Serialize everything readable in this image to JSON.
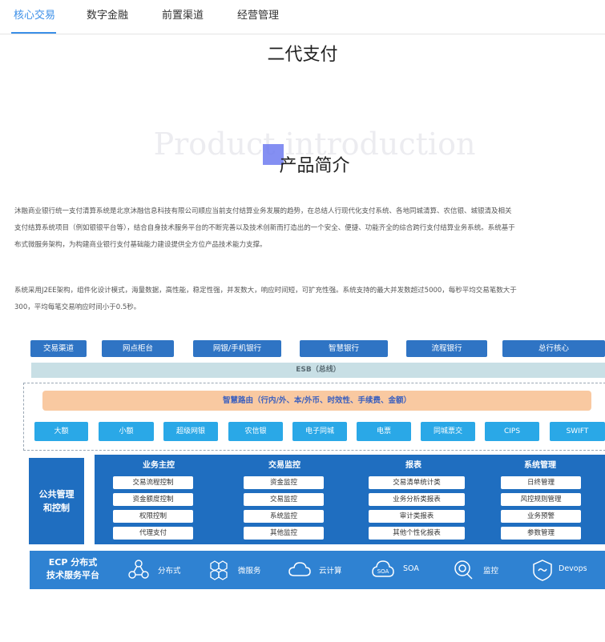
{
  "nav": {
    "tabs": [
      "核心交易",
      "数字金融",
      "前置渠道",
      "经营管理"
    ],
    "active_index": 0
  },
  "page_title": "二代支付",
  "section": {
    "bg_title": "Product introduction",
    "title": "产品简介"
  },
  "paragraph1": [
    "沐融商业银行统一支付清算系统是北京沐融信息科技有限公司顺应当前支付结算业务发展的趋势，在总结人行现代化支付系统、各地同城清算、农信银、城银清及相关",
    "支付结算系统项目（例如银银平台等），结合自身技术服务平台的不断完善以及技术创新而打造出的一个安全、便捷、功能齐全的综合跨行支付结算业务系统。系统基于",
    "布式微服务架构，为构建商业银行支付基础能力建设提供全方位产品技术能力支撑。"
  ],
  "paragraph2": [
    "系统采用J2EE架构，组件化设计模式，海量数据，高性能，稳定性强，并发数大，响应时间短，可扩充性强。系统支持的最大并发数超过5000，每秒平均交易笔数大于",
    "300，平均每笔交易响应时间小于0.5秒。"
  ],
  "diagram": {
    "channels": [
      "交易渠道",
      "网点柜台",
      "网银/手机银行",
      "智慧银行",
      "流程银行",
      "总行核心"
    ],
    "esb": "ESB（总线）",
    "routing": "智慧路由（行内/外、本/外币、时效性、手续费、金额）",
    "payment_systems": [
      "大额",
      "小额",
      "超级网银",
      "农信银",
      "电子同城",
      "电票",
      "同城票交",
      "CIPS",
      "SWIFT"
    ],
    "public_mgmt": [
      "公共管理",
      "和控制"
    ],
    "columns": [
      {
        "title": "业务主控",
        "items": [
          "交易流程控制",
          "资金额度控制",
          "权限控制",
          "代理支付"
        ]
      },
      {
        "title": "交易监控",
        "items": [
          "资金监控",
          "交易监控",
          "系统监控",
          "其他监控"
        ]
      },
      {
        "title": "报表",
        "items": [
          "交易清单统计类",
          "业务分析类报表",
          "审计类报表",
          "其他个性化报表"
        ]
      },
      {
        "title": "系统管理",
        "items": [
          "日终管理",
          "风控规则管理",
          "业务预警",
          "参数管理"
        ]
      }
    ],
    "ecp_title": [
      "ECP 分布式",
      "技术服务平台"
    ],
    "ecp_items": [
      {
        "label": "分布式",
        "icon": "distributed-icon"
      },
      {
        "label": "微服务",
        "icon": "microservice-icon"
      },
      {
        "label": "云计算",
        "icon": "cloud-icon"
      },
      {
        "label": "SOA",
        "icon": "soa-icon"
      },
      {
        "label": "监控",
        "icon": "monitor-icon"
      },
      {
        "label": "Devops",
        "icon": "devops-icon"
      }
    ]
  },
  "colors": {
    "accent": "#3b8fe8",
    "dark_blue": "#1f6ec0",
    "channel_blue": "#2f74c4",
    "sky": "#2aa8e7",
    "orange": "#f9c9a1",
    "esb": "#c8dfe5"
  }
}
